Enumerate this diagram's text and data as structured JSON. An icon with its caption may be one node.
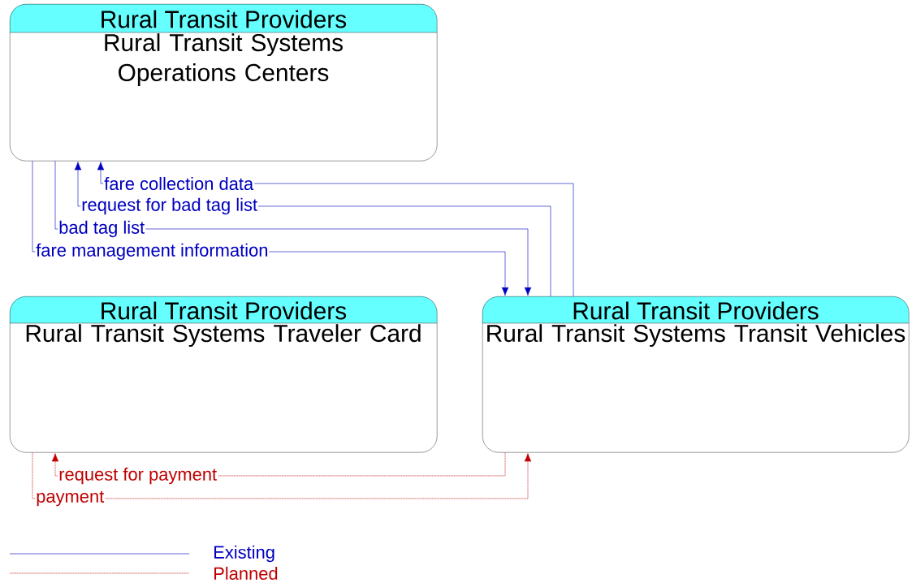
{
  "diagram": {
    "nodes": [
      {
        "text": [
          "Rural Transit Providers",
          "Rural Transit Systems Operations Centers"
        ]
      },
      {
        "text": [
          "Rural Transit Providers",
          "Rural Transit Systems Traveler Card"
        ]
      },
      {
        "text": [
          "Rural Transit Providers",
          "Rural Transit Systems Transit Vehicles"
        ]
      }
    ],
    "edges": [
      {
        "from": 0,
        "to": 2,
        "arrow": "to",
        "label": "fare management information"
      },
      {
        "from": 0,
        "to": 2,
        "arrow": "to",
        "label": "bad tag list"
      },
      {
        "from": 2,
        "to": 0,
        "arrow": "to",
        "label": "request for bad tag list"
      },
      {
        "from": 2,
        "to": 0,
        "arrow": "to",
        "label": "fare collection data"
      },
      {
        "from": 2,
        "to": 1,
        "arrow": "to",
        "label": "request for payment",
        "style": "dashed",
        "color": "#c00000"
      },
      {
        "from": 1,
        "to": 2,
        "arrow": "to",
        "label": "payment",
        "style": "dashed",
        "color": "#c00000"
      }
    ],
    "legend": [
      {
        "text": "Existing"
      },
      {
        "text": "Planned"
      }
    ]
  }
}
